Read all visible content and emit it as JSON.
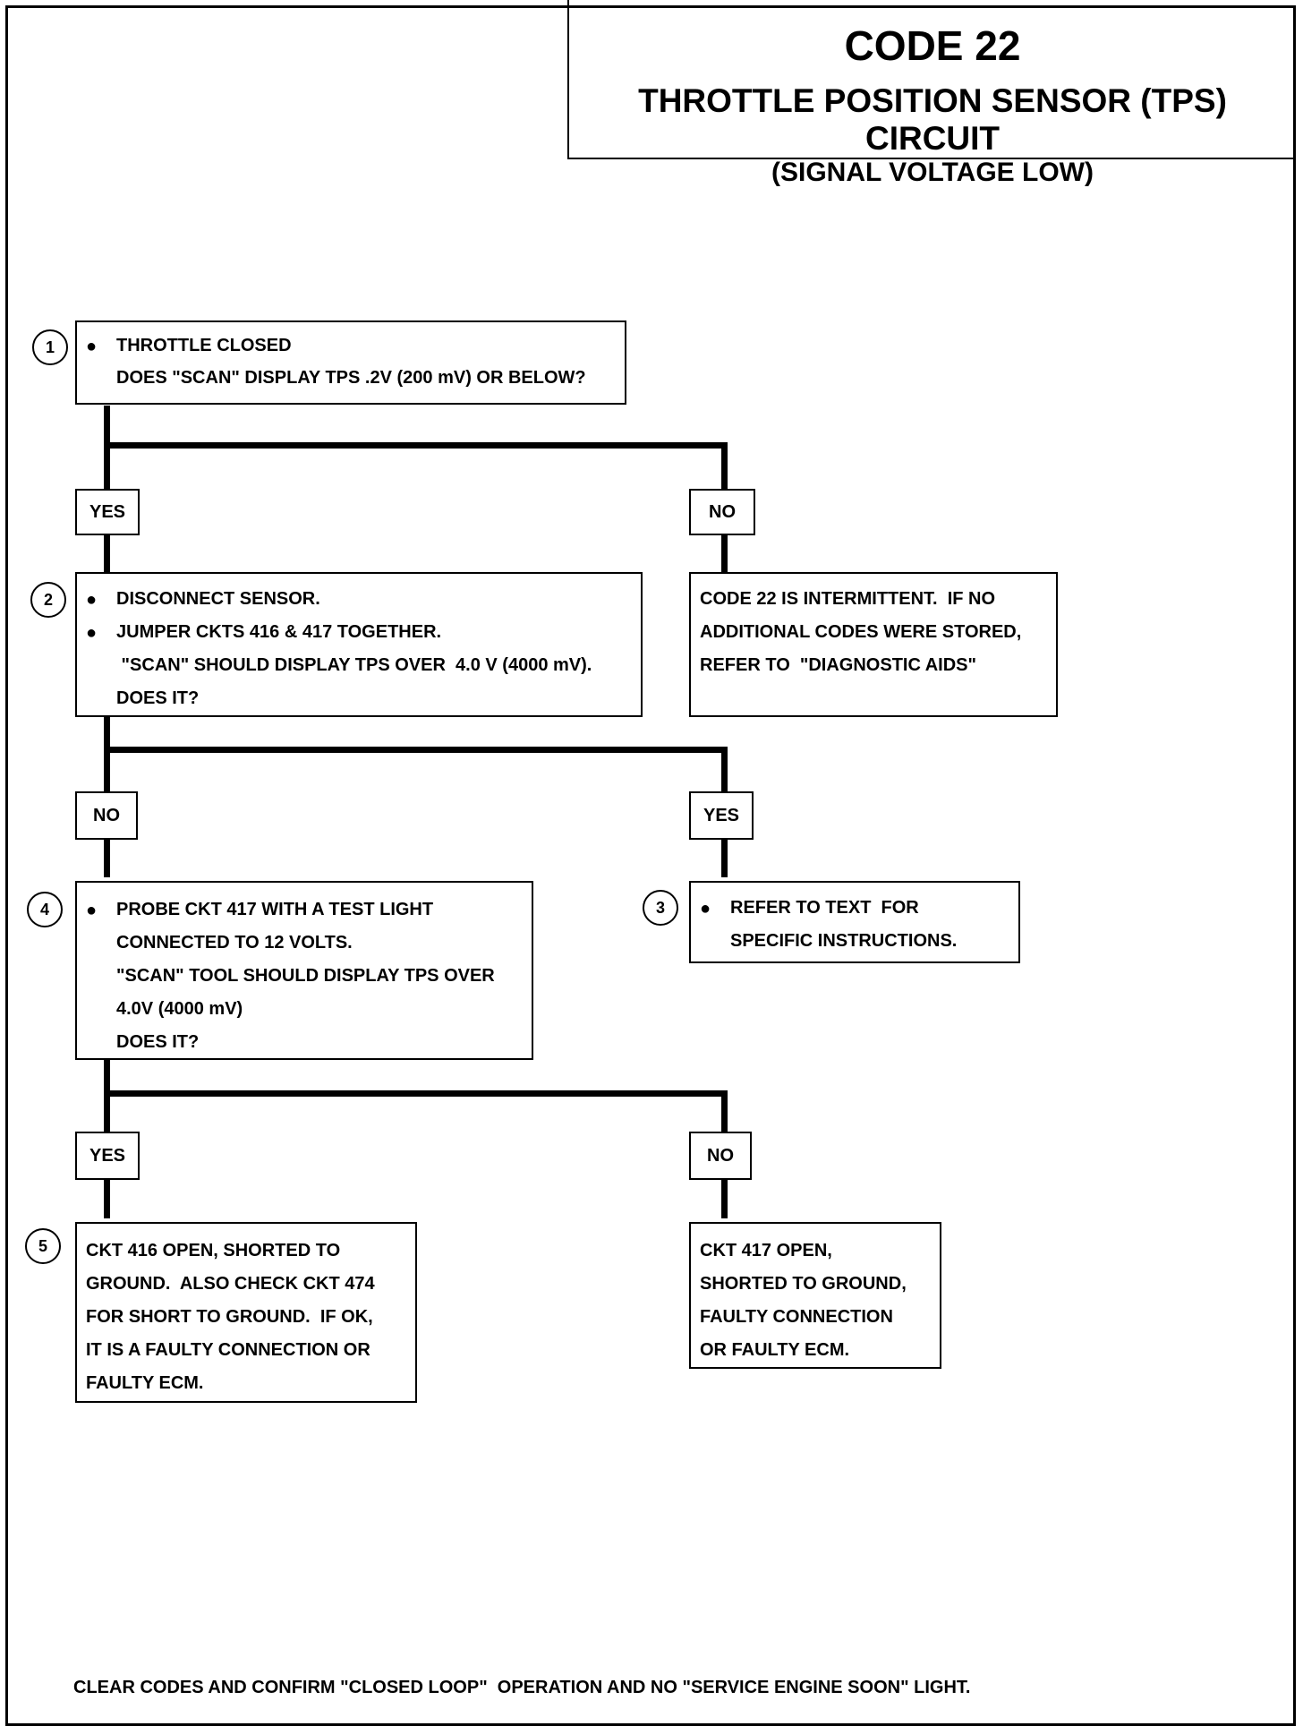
{
  "header": {
    "code": "CODE 22",
    "title": "THROTTLE POSITION SENSOR (TPS) CIRCUIT",
    "subtitle": "(SIGNAL VOLTAGE LOW)"
  },
  "steps": {
    "s1": {
      "number": "1",
      "lines": [
        "THROTTLE CLOSED",
        "DOES \"SCAN\" DISPLAY TPS .2V (200 mV) OR BELOW?"
      ]
    },
    "s2": {
      "number": "2",
      "lines": [
        "DISCONNECT SENSOR.",
        "JUMPER CKTS 416 & 417 TOGETHER.",
        " \"SCAN\" SHOULD DISPLAY TPS OVER  4.0 V (4000 mV).",
        "DOES IT?"
      ]
    },
    "s2_no": {
      "lines": [
        "CODE 22 IS INTERMITTENT.  IF NO",
        "ADDITIONAL CODES WERE STORED,",
        "REFER TO  \"DIAGNOSTIC AIDS\""
      ]
    },
    "s3": {
      "number": "3",
      "lines": [
        "REFER TO TEXT  FOR",
        "SPECIFIC INSTRUCTIONS."
      ]
    },
    "s4": {
      "number": "4",
      "lines": [
        "PROBE CKT 417 WITH A TEST LIGHT",
        "CONNECTED TO 12 VOLTS.",
        "\"SCAN\" TOOL SHOULD DISPLAY TPS OVER",
        "4.0V (4000 mV)",
        "DOES IT?"
      ]
    },
    "s5": {
      "number": "5",
      "lines": [
        "CKT 416 OPEN, SHORTED TO",
        "GROUND.  ALSO CHECK CKT 474",
        "FOR SHORT TO GROUND.  IF OK,",
        "IT IS A FAULTY CONNECTION OR",
        "FAULTY ECM."
      ]
    },
    "s5_no": {
      "lines": [
        "CKT 417 OPEN,",
        "SHORTED TO GROUND,",
        "FAULTY CONNECTION",
        "OR FAULTY ECM."
      ]
    }
  },
  "branches": {
    "b1_yes": "YES",
    "b1_no": "NO",
    "b2_no": "NO",
    "b2_yes": "YES",
    "b3_yes": "YES",
    "b3_no": "NO"
  },
  "bullet": "●",
  "footer": "CLEAR CODES AND CONFIRM \"CLOSED LOOP\"  OPERATION AND NO \"SERVICE ENGINE SOON\" LIGHT."
}
